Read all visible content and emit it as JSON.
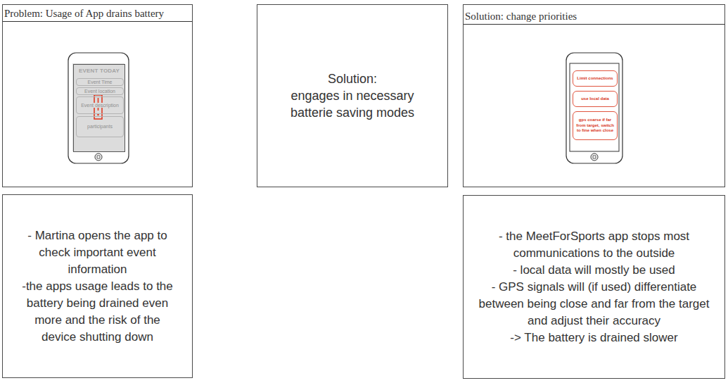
{
  "diagram": {
    "nodes": [
      {
        "text": [
          "Problem: Usage of App drains battery"
        ]
      },
      {
        "text": [
          "EVENT TODAY"
        ],
        "in": 0
      },
      {
        "text": [
          "Event Time"
        ],
        "in": 1
      },
      {
        "text": [
          "Event location"
        ],
        "in": 1
      },
      {
        "text": [
          "Event description"
        ],
        "in": 1
      },
      {
        "text": [
          "participants"
        ],
        "in": 1
      },
      {
        "text": [
          "Solution:",
          "engages in necessary batterie saving modes"
        ]
      },
      {
        "text": [
          "Solution: change priorities"
        ]
      },
      {
        "text": [
          "Limit connections"
        ],
        "in": 7
      },
      {
        "text": [
          "use local data"
        ],
        "in": 7
      },
      {
        "text": [
          "gps coarse if far from target, switch to fine when close"
        ],
        "in": 7
      },
      {
        "text": [
          "- Martina opens the app to check important event information",
          "-the apps usage leads to the battery being drained even more and the risk of the device shutting down"
        ]
      },
      {
        "text": [
          "- the MeetForSports app stops most communications to the outside",
          "- local data will mostly be used",
          "- GPS signals will (if used) differentiate between being close and far from the target and adjust their accuracy",
          "-> The battery is drained slower"
        ]
      }
    ]
  }
}
